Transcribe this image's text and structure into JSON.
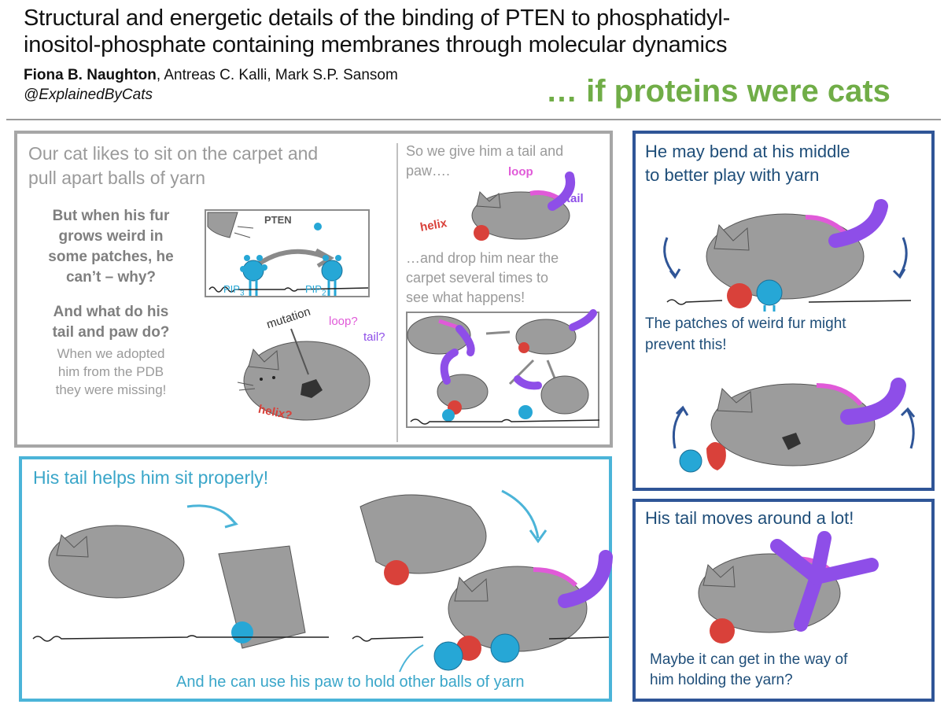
{
  "header": {
    "title_line1": "Structural and energetic details of the binding of PTEN to phosphatidyl-",
    "title_line2": "inositol-phosphate containing membranes through molecular dynamics",
    "author_first": "Fiona B. Naughton",
    "authors_rest": ", Antreas C. Kalli, Mark S.P. Sansom",
    "handle": "@ExplainedByCats",
    "tagline": "… if proteins were cats"
  },
  "panel_intro": {
    "lead_line1": "Our cat likes to sit on the carpet and",
    "lead_line2": "pull apart balls of yarn",
    "question1": [
      "But when his fur",
      "grows weird in",
      "some patches, he",
      "can’t – why?"
    ],
    "question2": [
      "And what do his",
      "tail and paw do?"
    ],
    "note": [
      "When we adopted",
      "him from the PDB",
      "they were missing!"
    ],
    "labels": {
      "pten": "PTEN",
      "pip3": "PIP",
      "pip3_sub": "3",
      "pip2": "PIP",
      "pip2_sub": "2",
      "mutation": "mutation",
      "loop_q": "loop?",
      "tail_q": "tail?",
      "helix_q": "helix?"
    },
    "right_text1": [
      "So we give him a tail and",
      "paw…."
    ],
    "right_labels": {
      "loop": "loop",
      "tail": "tail",
      "helix": "helix"
    },
    "right_text2": [
      "…and drop him near the",
      "carpet several times to",
      "see what happens!"
    ]
  },
  "panel_bend": {
    "text1": [
      "He may bend at his middle",
      "to better play with yarn"
    ],
    "text2": [
      "The patches of weird fur might",
      "prevent this!"
    ]
  },
  "panel_tail": {
    "heading": "His tail helps him sit properly!",
    "caption": "And he can use his paw to hold other balls of yarn"
  },
  "panel_moves": {
    "heading": "His tail moves around a lot!",
    "text": [
      "Maybe it can get in the way of",
      "him holding the yarn?"
    ]
  },
  "colors": {
    "green_tagline": "#70ad47",
    "navy": "#1f4e79",
    "cyan": "#3aa6c9",
    "tail_purple": "#8e4ee8",
    "loop_pink": "#e05ad8",
    "helix_red": "#d9413a",
    "yarn_blue": "#26a7d6",
    "cat_grey": "#9c9c9c"
  }
}
